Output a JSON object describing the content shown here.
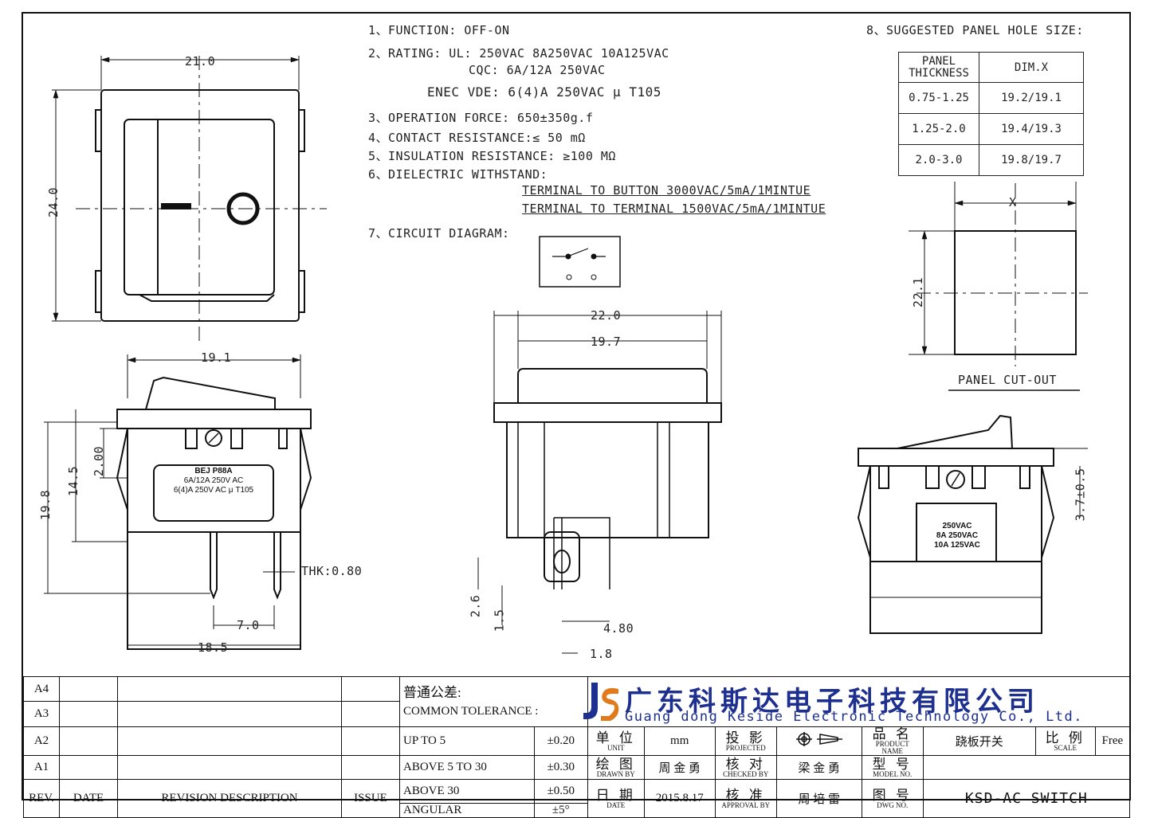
{
  "specs": {
    "function": "1、FUNCTION:  OFF-ON",
    "rating_ul": "2、RATING:     UL: 250VAC  8A250VAC 10A125VAC",
    "rating_cqc": "CQC: 6A/12A  250VAC",
    "rating_enec": "ENEC VDE: 6(4)A 250VAC μ T105",
    "operation_force": "3、OPERATION FORCE: 650±350g.f",
    "contact_resistance": "4、CONTACT RESISTANCE:≤ 50 mΩ",
    "insulation_resistance": "5、INSULATION RESISTANCE: ≥100 MΩ",
    "dielectric": "6、DIELECTRIC WITHSTAND:",
    "dielectric_line1": "TERMINAL TO BUTTON 3000VAC/5mA/1MINTUE",
    "dielectric_line2": "TERMINAL TO TERMINAL 1500VAC/5mA/1MINTUE",
    "circuit_diagram": "7、CIRCUIT DIAGRAM:",
    "panel_hole": "8、SUGGESTED PANEL HOLE SIZE:"
  },
  "panel_table": {
    "header_thickness_1": "PANEL",
    "header_thickness_2": "THICKNESS",
    "header_dim": "DIM.X",
    "rows": [
      {
        "thickness": "0.75-1.25",
        "dim": "19.2/19.1"
      },
      {
        "thickness": "1.25-2.0",
        "dim": "19.4/19.3"
      },
      {
        "thickness": "2.0-3.0",
        "dim": "19.8/19.7"
      }
    ]
  },
  "dimensions": {
    "top_width": "21.0",
    "top_height": "24.0",
    "side_width": "19.1",
    "side_height_total": "19.8",
    "side_height_mid": "14.5",
    "side_step": "2.00",
    "thk": "THK:0.80",
    "pin_pitch": "7.0",
    "base_width": "18.5",
    "front_outer": "22.0",
    "front_inner": "19.7",
    "pin_a": "2.6",
    "pin_b": "1.5",
    "pin_c": "4.80",
    "pin_d": "1.8",
    "cutout_x": "X",
    "cutout_h": "22.1",
    "cutout_label": "PANEL CUT-OUT",
    "side2_dim": "3.7±0.5"
  },
  "labels": {
    "switch_label": [
      "BEJ  P88A",
      "6A/12A 250V AC",
      "6(4)A 250V AC μ T105"
    ],
    "ul_label": [
      "250VAC",
      "8A 250VAC",
      "10A 125VAC"
    ]
  },
  "title_block": {
    "revisions": [
      "A4",
      "A3",
      "A2",
      "A1"
    ],
    "rev": "REV.",
    "date": "DATE",
    "revision_description": "REVISION DESCRIPTION",
    "issue": "ISSUE",
    "tolerance_cn": "普通公差:",
    "tolerance_en": "COMMON TOLERANCE :",
    "tol_rows": [
      {
        "range": "UP TO 5",
        "value": "±0.20"
      },
      {
        "range": "ABOVE 5 TO 30",
        "value": "±0.30"
      },
      {
        "range": "ABOVE 30",
        "value": "±0.50"
      },
      {
        "range": "ANGULAR",
        "value": "±5°"
      }
    ],
    "unit_cn": "单 位",
    "unit_en": "UNIT",
    "unit_value": "mm",
    "projected_cn": "投 影",
    "projected_en": "PROJECTED",
    "product_cn": "品 名",
    "product_en": "PRODUCT NAME",
    "product_value": "跷板开关",
    "scale_cn": "比 例",
    "scale_en": "SCALE",
    "scale_value": "Free",
    "drawn_cn": "绘 图",
    "drawn_en": "DRAWN BY",
    "drawn_value": "周 金 勇",
    "checked_cn": "核 对",
    "checked_en": "CHECKED BY",
    "checked_value": "梁 金 勇",
    "model_cn": "型 号",
    "model_en": "MODEL NO.",
    "date_cn": "日 期",
    "date_en": "DATE",
    "date_value": "2015.8.17",
    "approval_cn": "核 准",
    "approval_en": "APPROVAL BY",
    "approval_value": "周 培 雷",
    "dwg_cn": "图 号",
    "dwg_en": "DWG NO.",
    "dwg_value": "KSD-AC SWITCH",
    "company_cn": "广东科斯达电子科技有限公司",
    "company_en": "Guang dong Keside Electronic Technology Co., Ltd."
  },
  "colors": {
    "ink": "#111111",
    "brand": "#1d2f8f"
  }
}
